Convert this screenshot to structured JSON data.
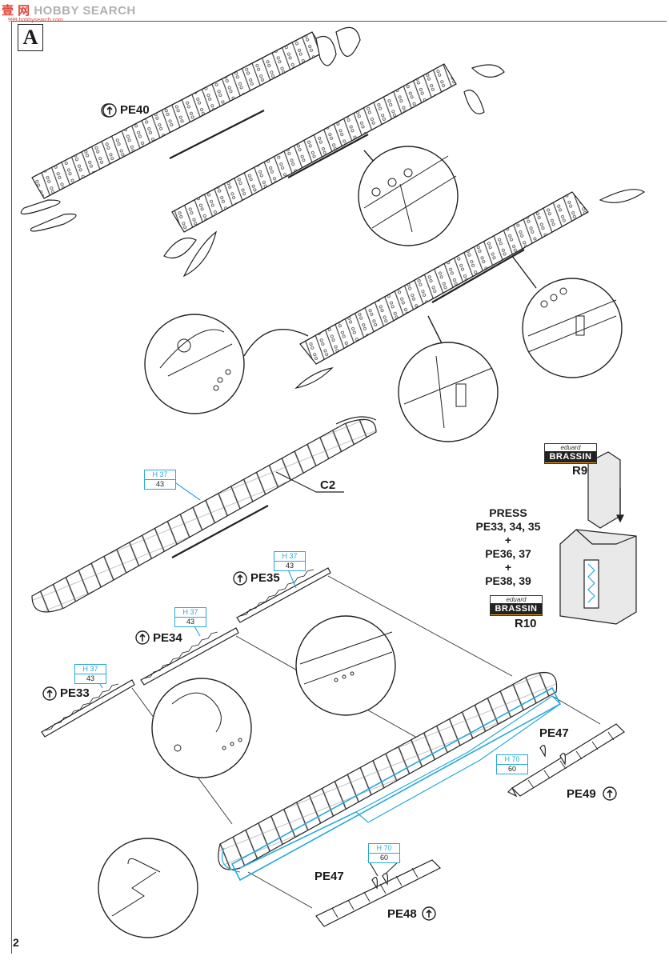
{
  "watermark": {
    "cn": "壹 网",
    "text": "HOBBY SEARCH",
    "sub": "999.hobbysearch.com"
  },
  "step_letter": "A",
  "page_number": "2",
  "labels": {
    "pe40": "PE40",
    "c2": "C2",
    "pe35": "PE35",
    "pe34": "PE34",
    "pe33": "PE33",
    "pe47a": "PE47",
    "pe49": "PE49",
    "pe47b": "PE47",
    "pe48": "PE48",
    "r9": "R9",
    "r10": "R10"
  },
  "press": {
    "l1": "PRESS",
    "l2": "PE33, 34, 35",
    "p1": "+",
    "l3": "PE36, 37",
    "p2": "+",
    "l4": "PE38, 39"
  },
  "refs": {
    "c2": {
      "top": "H 37",
      "bottom": "43"
    },
    "pe35": {
      "top": "H 37",
      "bottom": "43"
    },
    "pe34": {
      "top": "H 37",
      "bottom": "43"
    },
    "pe33": {
      "top": "H 37",
      "bottom": "43"
    },
    "pe49": {
      "top": "H 70",
      "bottom": "60"
    },
    "pe48": {
      "top": "H 70",
      "bottom": "60"
    }
  },
  "brassin": {
    "brand": "eduard",
    "name": "BRASSIN"
  },
  "colors": {
    "highlight": "#2aa8d8",
    "line": "#222222",
    "brass": "#f0a020"
  },
  "icons": [
    "flip-arrow-icon",
    "brass-logo-icon"
  ]
}
